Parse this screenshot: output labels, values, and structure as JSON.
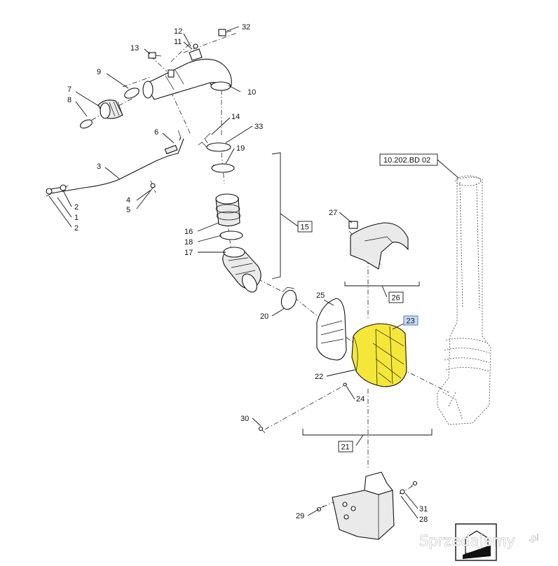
{
  "callouts": {
    "c1": "1",
    "c2a": "2",
    "c2b": "2",
    "c3": "3",
    "c4": "4",
    "c5": "5",
    "c6": "6",
    "c7": "7",
    "c8": "8",
    "c9": "9",
    "c10": "10",
    "c11": "11",
    "c12": "12",
    "c13": "13",
    "c14": "14",
    "c16": "16",
    "c17": "17",
    "c18": "18",
    "c19": "19",
    "c20": "20",
    "c22": "22",
    "c24": "24",
    "c25": "25",
    "c27": "27",
    "c28": "28",
    "c29": "29",
    "c30": "30",
    "c31": "31",
    "c32": "32",
    "c33": "33"
  },
  "boxed_callouts": {
    "b15": "15",
    "b21": "21",
    "b23": "23",
    "b26": "26",
    "ref": "10.202.BD 02"
  },
  "highlight": {
    "part": "23",
    "fill_color": "#f5e73a",
    "label_color": "#c8dcf5"
  },
  "watermark": {
    "text": "Sprzedajemy",
    "suffix": ".pl"
  }
}
